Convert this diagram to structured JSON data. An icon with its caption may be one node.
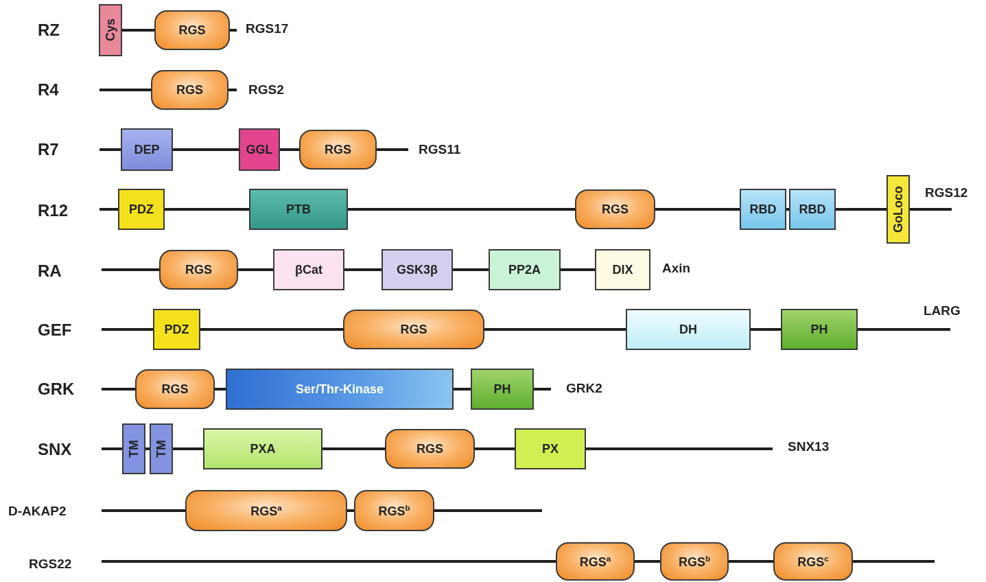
{
  "diagram": {
    "nodes": [
      {
        "text": [
          "Cys"
        ]
      },
      {
        "text": [
          "RGS"
        ]
      },
      {
        "text": [
          "RGS"
        ]
      },
      {
        "text": [
          "DEP"
        ]
      },
      {
        "text": [
          "GGL"
        ]
      },
      {
        "text": [
          "RGS"
        ]
      },
      {
        "text": [
          "PDZ"
        ]
      },
      {
        "text": [
          "PTB"
        ]
      },
      {
        "text": [
          "RGS"
        ]
      },
      {
        "text": [
          "RBD"
        ]
      },
      {
        "text": [
          "RBD"
        ]
      },
      {
        "text": [
          "GoLoco"
        ]
      },
      {
        "text": [
          "RGS"
        ]
      },
      {
        "text": [
          "βCat"
        ]
      },
      {
        "text": [
          "GSK3β"
        ]
      },
      {
        "text": [
          "PP2A"
        ]
      },
      {
        "text": [
          "DIX"
        ]
      },
      {
        "text": [
          "PDZ"
        ]
      },
      {
        "text": [
          "RGS"
        ]
      },
      {
        "text": [
          "DH"
        ]
      },
      {
        "text": [
          "PH"
        ]
      },
      {
        "text": [
          "RGS"
        ]
      },
      {
        "text": [
          "Ser/Thr-Kinase"
        ]
      },
      {
        "text": [
          "PH"
        ]
      },
      {
        "text": [
          "TM"
        ]
      },
      {
        "text": [
          "TM"
        ]
      },
      {
        "text": [
          "PXA"
        ]
      },
      {
        "text": [
          "RGS"
        ]
      },
      {
        "text": [
          "PX"
        ]
      },
      {
        "text": [
          "RGS$^{a}$"
        ]
      },
      {
        "text": [
          "RGS$^{b}$"
        ]
      },
      {
        "text": [
          "RGS$^{a}$"
        ]
      },
      {
        "text": [
          "RGS$^{b}$"
        ]
      },
      {
        "text": [
          "RGS$^{c}$"
        ]
      }
    ],
    "edges": [
      {
        "from": 0,
        "to": 1,
        "arrow": "none"
      },
      {
        "from": 1,
        "to": null,
        "arrow": "none"
      },
      {
        "from": null,
        "to": 2,
        "arrow": "none"
      },
      {
        "from": 2,
        "to": null,
        "arrow": "none"
      },
      {
        "from": null,
        "to": 3,
        "arrow": "none"
      },
      {
        "from": 3,
        "to": 4,
        "arrow": "none"
      },
      {
        "from": 4,
        "to": 5,
        "arrow": "none"
      },
      {
        "from": 5,
        "to": null,
        "arrow": "none"
      },
      {
        "from": null,
        "to": 6,
        "arrow": "none"
      },
      {
        "from": 6,
        "to": 7,
        "arrow": "none"
      },
      {
        "from": 7,
        "to": 8,
        "arrow": "none"
      },
      {
        "from": 8,
        "to": 9,
        "arrow": "none"
      },
      {
        "from": 9,
        "to": 10,
        "arrow": "none"
      },
      {
        "from": 10,
        "to": 11,
        "arrow": "none"
      },
      {
        "from": 11,
        "to": null,
        "arrow": "none"
      },
      {
        "from": null,
        "to": 12,
        "arrow": "none"
      },
      {
        "from": 12,
        "to": 13,
        "arrow": "none"
      },
      {
        "from": 13,
        "to": 14,
        "arrow": "none"
      },
      {
        "from": 14,
        "to": 15,
        "arrow": "none"
      },
      {
        "from": 15,
        "to": 16,
        "arrow": "none"
      },
      {
        "from": null,
        "to": 17,
        "arrow": "none"
      },
      {
        "from": 17,
        "to": 18,
        "arrow": "none"
      },
      {
        "from": 18,
        "to": 19,
        "arrow": "none"
      },
      {
        "from": 19,
        "to": 20,
        "arrow": "none"
      },
      {
        "from": 20,
        "to": null,
        "arrow": "none"
      },
      {
        "from": null,
        "to": 21,
        "arrow": "none"
      },
      {
        "from": 21,
        "to": 22,
        "arrow": "none"
      },
      {
        "from": 22,
        "to": 23,
        "arrow": "none"
      },
      {
        "from": 23,
        "to": null,
        "arrow": "none"
      },
      {
        "from": null,
        "to": 24,
        "arrow": "none"
      },
      {
        "from": 24,
        "to": 25,
        "arrow": "none"
      },
      {
        "from": 25,
        "to": 26,
        "arrow": "none"
      },
      {
        "from": 26,
        "to": 27,
        "arrow": "none"
      },
      {
        "from": 27,
        "to": 28,
        "arrow": "none"
      },
      {
        "from": 28,
        "to": null,
        "arrow": "none"
      },
      {
        "from": null,
        "to": 29,
        "arrow": "none"
      },
      {
        "from": 29,
        "to": 30,
        "arrow": "none"
      },
      {
        "from": 30,
        "to": null,
        "arrow": "none"
      },
      {
        "from": null,
        "to": 31,
        "arrow": "none"
      },
      {
        "from": 31,
        "to": 32,
        "arrow": "none"
      },
      {
        "from": 32,
        "to": 33,
        "arrow": "none"
      },
      {
        "from": 33,
        "to": null,
        "arrow": "none"
      }
    ],
    "labels": [
      "RZ",
      "RGS17",
      "R4",
      "RGS2",
      "R7",
      "RGS11",
      "R12",
      "RGS12",
      "RA",
      "Axin",
      "GEF",
      "LARG",
      "GRK",
      "GRK2",
      "SNX",
      "SNX13",
      "D-AKAP2",
      "RGS22"
    ]
  }
}
